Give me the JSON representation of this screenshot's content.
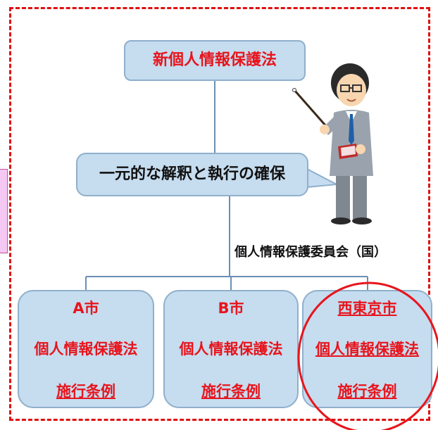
{
  "top_box": {
    "text": "新個人情報保護法"
  },
  "mid_box": {
    "text": "一元的な解釈と執行の確保"
  },
  "committee_label": "個人情報保護委員会（国）",
  "cities": [
    {
      "name": "A市",
      "line2": "個人情報保護法",
      "line3": "施行条例"
    },
    {
      "name": "B市",
      "line2": "個人情報保護法",
      "line3": "施行条例"
    },
    {
      "name": "西東京市",
      "line2": "個人情報保護法",
      "line3": "施行条例"
    }
  ],
  "colors": {
    "red_text": "#e8141c",
    "box_fill": "#c6dcef",
    "frame": "#e01010"
  },
  "icons": [
    "presenter-figure-icon"
  ]
}
